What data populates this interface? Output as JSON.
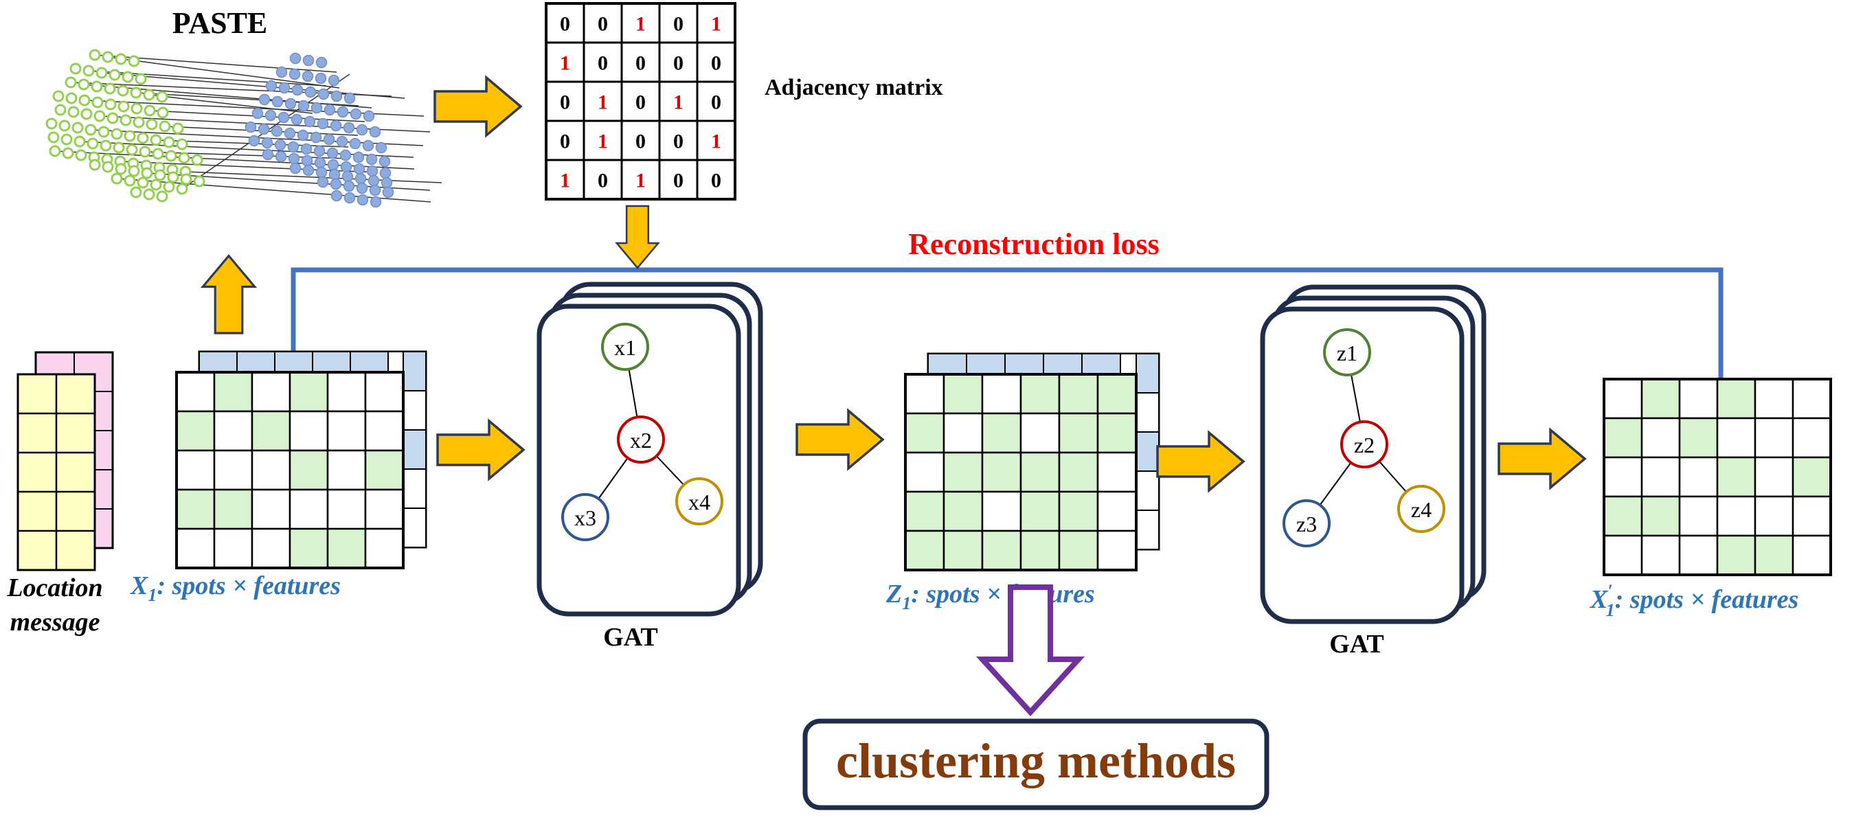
{
  "labels": {
    "paste": "PASTE",
    "adjacency": "Adjacency matrix",
    "recon": "Reconstruction loss",
    "location1": "Location",
    "location2": "message",
    "gat1": "GAT",
    "gat2": "GAT",
    "clustering": "clustering methods"
  },
  "formulas": {
    "x1": {
      "main": "X",
      "sub": "1",
      "sup": "",
      "rest": ": spots × features"
    },
    "z1": {
      "main": "Z",
      "sub": "1",
      "sup": "",
      "rest": ": spots × features"
    },
    "x1p": {
      "main": "X",
      "sub": "1",
      "sup": "′",
      "rest": ": spots × features"
    }
  },
  "adjacency_matrix": [
    [
      "0",
      "0",
      "1",
      "0",
      "1"
    ],
    [
      "1",
      "0",
      "0",
      "0",
      "0"
    ],
    [
      "0",
      "1",
      "0",
      "1",
      "0"
    ],
    [
      "0",
      "1",
      "0",
      "0",
      "1"
    ],
    [
      "1",
      "0",
      "1",
      "0",
      "0"
    ]
  ],
  "gat_nodes": {
    "enc": [
      "x1",
      "x2",
      "x3",
      "x4"
    ],
    "dec": [
      "z1",
      "z2",
      "z3",
      "z4"
    ]
  },
  "feature_grids": {
    "x1": [
      [
        0,
        1,
        0,
        1,
        0,
        0
      ],
      [
        1,
        0,
        1,
        0,
        0,
        0
      ],
      [
        0,
        0,
        0,
        1,
        0,
        1
      ],
      [
        1,
        1,
        0,
        0,
        0,
        0
      ],
      [
        0,
        0,
        0,
        1,
        1,
        0
      ]
    ],
    "z1": [
      [
        0,
        1,
        0,
        1,
        1,
        1
      ],
      [
        1,
        0,
        1,
        0,
        1,
        1
      ],
      [
        0,
        1,
        1,
        1,
        1,
        0
      ],
      [
        1,
        1,
        0,
        1,
        1,
        0
      ],
      [
        1,
        1,
        1,
        1,
        1,
        0
      ]
    ],
    "x1p": [
      [
        0,
        1,
        0,
        1,
        0,
        0
      ],
      [
        1,
        0,
        1,
        0,
        0,
        0
      ],
      [
        0,
        0,
        0,
        1,
        0,
        1
      ],
      [
        1,
        1,
        0,
        0,
        0,
        0
      ],
      [
        0,
        0,
        0,
        1,
        1,
        0
      ]
    ]
  },
  "colors": {
    "arrow_fill": "#ffc000",
    "arrow_stroke": "#2e3a4f",
    "blue_line": "#4472c4",
    "recon_text": "#ff0000",
    "formula_text": "#2e75b6",
    "clustering_text": "#843c0c",
    "dark_border": "#1f2d4a",
    "purple": "#7030a0",
    "grid_green": "#d9f2d0",
    "grid_blue": "#c5d9ee",
    "grid_yellow": "#ffffc5",
    "grid_pink": "#fbd3ee",
    "matrix_one": "#e00000",
    "node_x1": "#548235",
    "node_x2": "#c00000",
    "node_x3": "#2f5597",
    "node_x4": "#bf9000",
    "dot_green": "#92d050",
    "dot_blue": "#8faadc"
  }
}
